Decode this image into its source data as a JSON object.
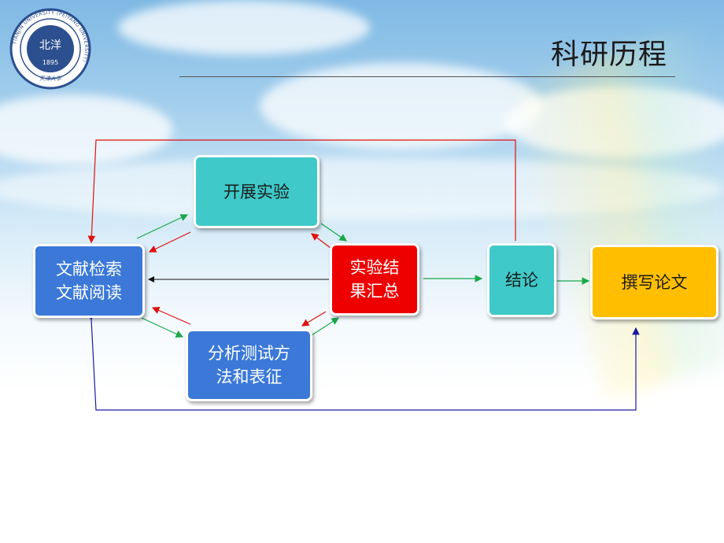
{
  "header": {
    "title": "科研历程",
    "logo": {
      "ring_text": "TIANJIN UNIVERSITY (PEIYANG UNIVERSITY)",
      "center_text": "北洋",
      "year": "1895",
      "signature": "天津大学"
    }
  },
  "nodes": {
    "literature": "文献检索\n文献阅读",
    "experiment": "开展实验",
    "summary": "实验结\n果汇总",
    "methods": "分析测试方\n法和表征",
    "conclusion": "结论",
    "writing": "撰写论文"
  },
  "colors": {
    "blue_box": "#3b78d8",
    "teal_box": "#3fc9c8",
    "red_box": "#ee0000",
    "gold_box": "#ffbf00",
    "arrow_green": "#18a84a",
    "arrow_red": "#e01010",
    "arrow_black": "#111111",
    "arrow_blue": "#1a1aa0"
  }
}
